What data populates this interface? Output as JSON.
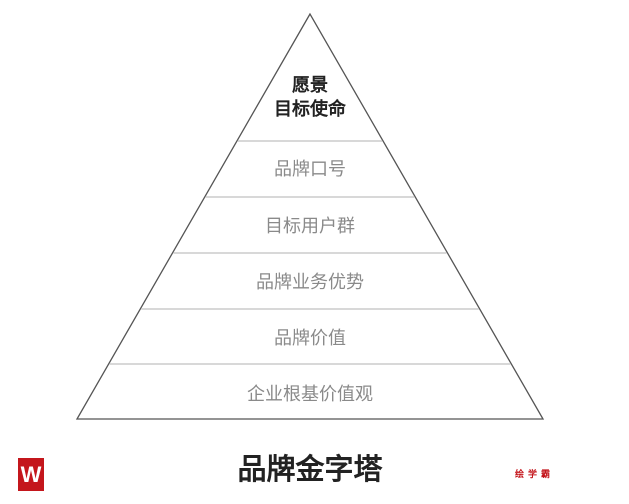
{
  "pyramid": {
    "top_lines": [
      "愿景",
      "目标使命"
    ],
    "levels": [
      "品牌口号",
      "目标用户群",
      "品牌业务优势",
      "品牌价值",
      "企业根基价值观"
    ]
  },
  "title": "品牌金字塔",
  "logo": {
    "letter": "W"
  },
  "brand": "绘学霸",
  "colors": {
    "outline": "#555555",
    "divider": "#cccccc",
    "accent": "#c4161c"
  }
}
